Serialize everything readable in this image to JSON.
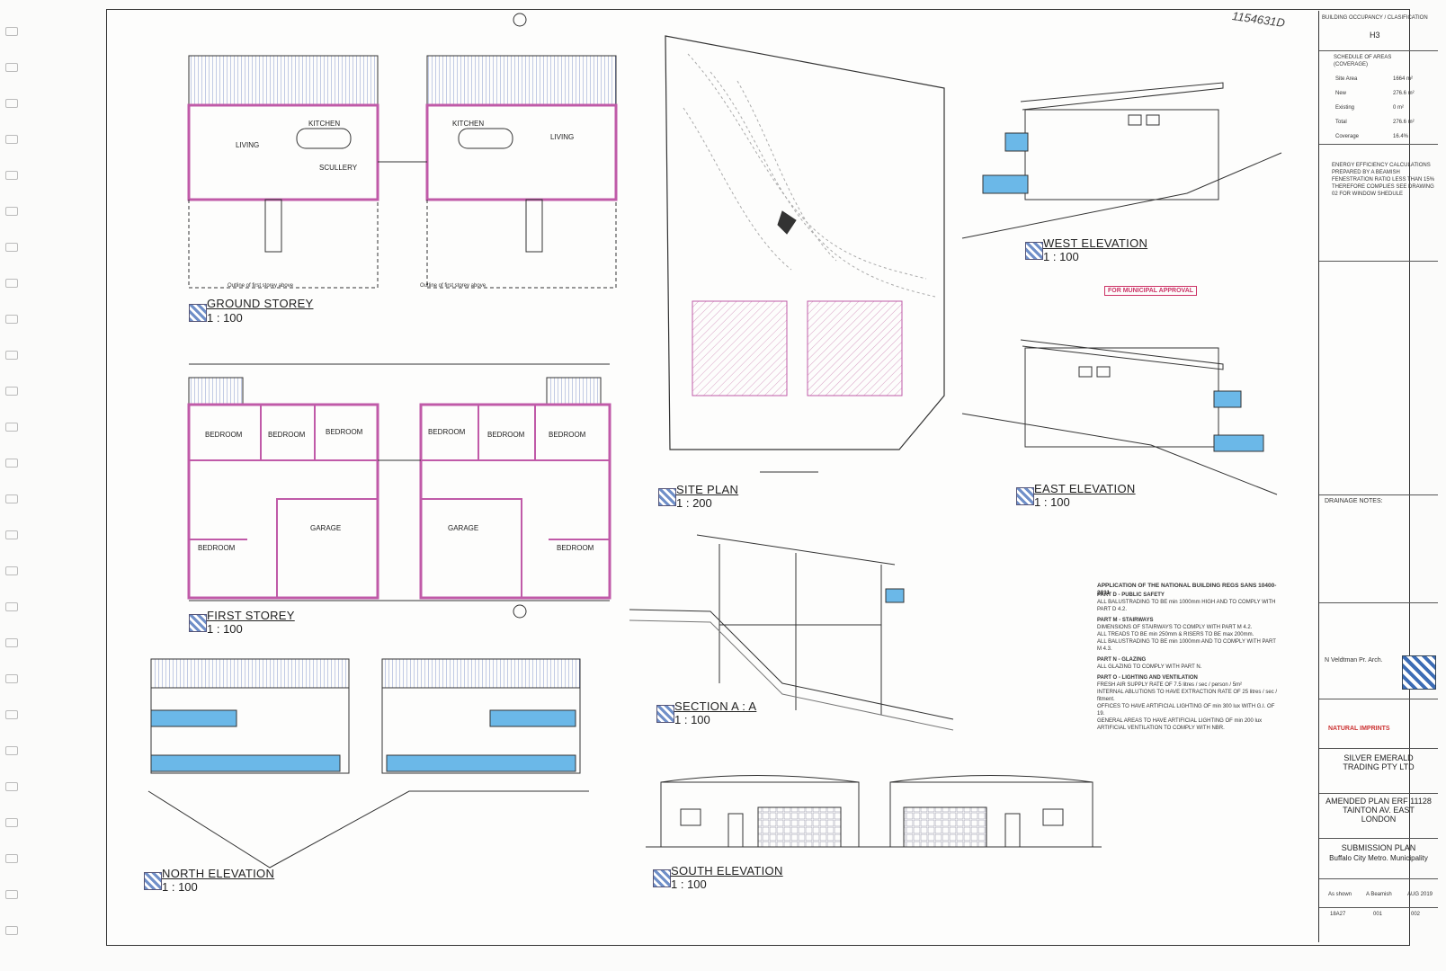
{
  "drawings": {
    "ground_storey": {
      "title": "GROUND STOREY",
      "scale": "1 : 100",
      "rooms": [
        "KITCHEN",
        "LIVING",
        "SCULLERY",
        "KITCHEN",
        "LIVING"
      ],
      "outline_note": "Outline of first storey above"
    },
    "first_storey": {
      "title": "FIRST STOREY",
      "scale": "1 : 100",
      "rooms": [
        "BEDROOM",
        "BEDROOM",
        "BEDROOM",
        "BEDROOM",
        "GARAGE",
        "BEDROOM",
        "BEDROOM",
        "BEDROOM",
        "GARAGE",
        "BEDROOM"
      ]
    },
    "north_elevation": {
      "title": "NORTH ELEVATION",
      "scale": "1 : 100"
    },
    "site_plan": {
      "title": "SITE PLAN",
      "scale": "1 : 200"
    },
    "section": {
      "title": "SECTION  A : A",
      "scale": "1 : 100"
    },
    "south_elevation": {
      "title": "SOUTH ELEVATION",
      "scale": "1 : 100"
    },
    "west_elevation": {
      "title": "WEST ELEVATION",
      "scale": "1 : 100"
    },
    "east_elevation": {
      "title": "EAST ELEVATION",
      "scale": "1 : 100"
    }
  },
  "regs": {
    "heading": "APPLICATION OF THE NATIONAL BUILDING REGS SANS 10400-2011",
    "parts": [
      {
        "title": "PART D - PUBLIC SAFETY",
        "items": [
          "ALL BALUSTRADING TO BE min 1000mm HIGH AND TO COMPLY WITH PART D 4.2."
        ]
      },
      {
        "title": "PART M - STAIRWAYS",
        "items": [
          "DIMENSIONS OF STAIRWAYS TO COMPLY WITH PART M 4.2.",
          "ALL TREADS TO BE min 250mm & RISERS TO BE max 200mm.",
          "ALL BALUSTRADING TO BE min 1000mm AND TO COMPLY WITH PART M 4.3."
        ]
      },
      {
        "title": "PART N - GLAZING",
        "items": [
          "ALL GLAZING TO COMPLY WITH PART N."
        ]
      },
      {
        "title": "PART O - LIGHTING AND VENTILATION",
        "items": [
          "FRESH AIR SUPPLY RATE OF 7.5 litres / sec / person / 5m²",
          "INTERNAL ABLUTIONS TO HAVE EXTRACTION RATE OF 25 litres / sec / fitment.",
          "OFFICES TO HAVE ARTIFICIAL LIGHTING OF min 300 lux WITH G.I. OF 19.",
          "GENERAL AREAS TO HAVE ARTIFICIAL LIGHTING OF min 200 lux",
          "ARTIFICIAL VENTILATION TO COMPLY WITH NBR."
        ]
      }
    ]
  },
  "title_block": {
    "occupancy_label": "BUILDING OCCUPANCY / CLASIFICATION",
    "occupancy": "H3",
    "areas_heading": "SCHEDULE OF AREAS (COVERAGE)",
    "areas": [
      {
        "label": "Site Area",
        "value": "1664 m²"
      },
      {
        "label": "New",
        "value": "276.6 m²"
      },
      {
        "label": "Existing",
        "value": "0 m²"
      },
      {
        "label": "Total",
        "value": "276.6 m²"
      },
      {
        "label": "Coverage",
        "value": "16.4%"
      }
    ],
    "energy_note": "ENERGY EFFICIENCY CALCULATIONS PREPARED BY A BEAMISH FENESTRATION RATIO LESS THAN 15% THEREFORE COMPLIES SEE DRAWING 02 FOR WINDOW SHEDULE",
    "approval_stamp": "FOR MUNICIPAL APPROVAL",
    "drainage_heading": "DRAINAGE NOTES:",
    "architect": "N Veldtman Pr. Arch.",
    "firm": "NATURAL IMPRINTS",
    "client": "SILVER EMERALD TRADING PTY LTD",
    "project": "AMENDED PLAN ERF 11128 TAINTON AV. EAST LONDON",
    "drawing": "SUBMISSION PLAN",
    "municipality": "Buffalo City Metro. Municipality",
    "scale": "As shown",
    "drawn": "A Beamish",
    "date": "AUG 2019",
    "project_no": "18A27",
    "drawing_no": "001",
    "revision": "002",
    "ref": "1154631D"
  }
}
